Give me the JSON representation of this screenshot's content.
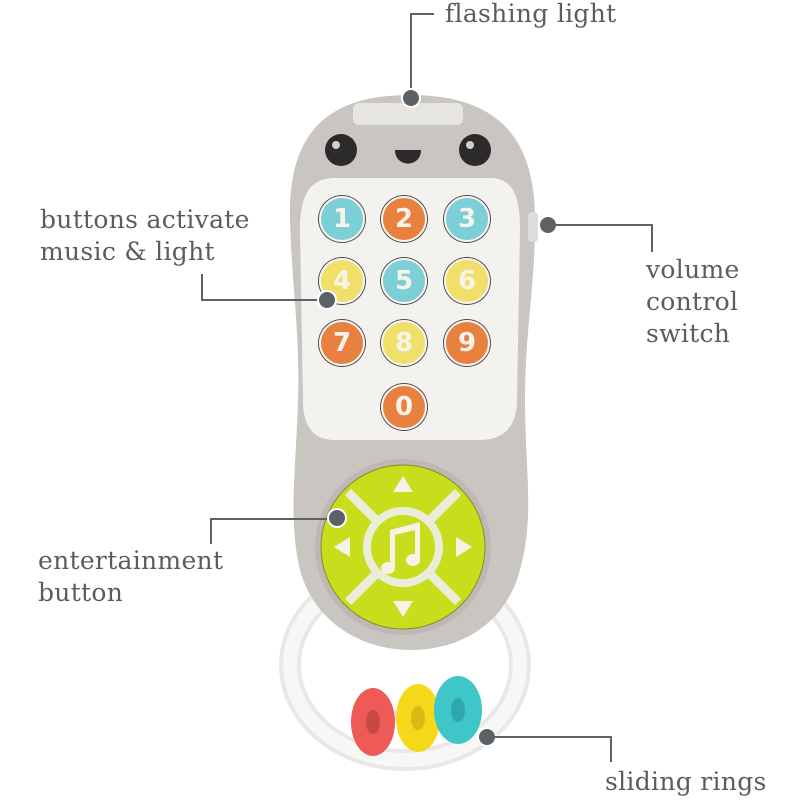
{
  "callouts": {
    "flashing_light": "flashing light",
    "buttons": "buttons activate\nmusic & light",
    "volume": "volume\ncontrol\nswitch",
    "entertainment": "entertainment\nbutton",
    "rings": "sliding rings"
  },
  "keypad": {
    "keys": [
      {
        "label": "1",
        "color": "#7ccfd6"
      },
      {
        "label": "2",
        "color": "#e8813f"
      },
      {
        "label": "3",
        "color": "#7ccfd6"
      },
      {
        "label": "4",
        "color": "#f0e06a"
      },
      {
        "label": "5",
        "color": "#7ccfd6"
      },
      {
        "label": "6",
        "color": "#f0e06a"
      },
      {
        "label": "7",
        "color": "#e8813f"
      },
      {
        "label": "8",
        "color": "#f0e06a"
      },
      {
        "label": "9",
        "color": "#e8813f"
      },
      {
        "label": "0",
        "color": "#e8813f"
      }
    ]
  },
  "colors": {
    "body_gray": "#c9c6c1",
    "panel_white": "#f4f2ee",
    "play_green": "#c8dd1c",
    "ring_red": "#ee5a55",
    "ring_yellow": "#f6d81b",
    "ring_teal": "#3ec6c8",
    "callout_gray": "#5c6166"
  }
}
